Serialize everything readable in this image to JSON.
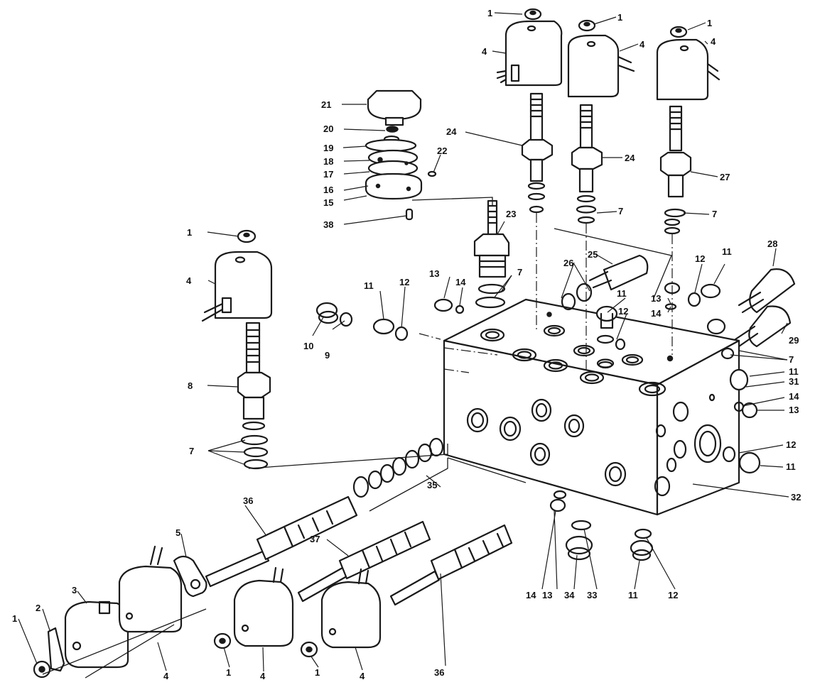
{
  "labels": [
    "1",
    "2",
    "3",
    "4",
    "5",
    "7",
    "8",
    "9",
    "10",
    "11",
    "12",
    "13",
    "14",
    "15",
    "16",
    "17",
    "18",
    "19",
    "20",
    "21",
    "22",
    "23",
    "24",
    "25",
    "26",
    "27",
    "28",
    "29",
    "31",
    "32",
    "33",
    "34",
    "35",
    "36",
    "37",
    "38"
  ],
  "colors": {
    "ink": "#1a1a1a",
    "paper": "#ffffff"
  }
}
